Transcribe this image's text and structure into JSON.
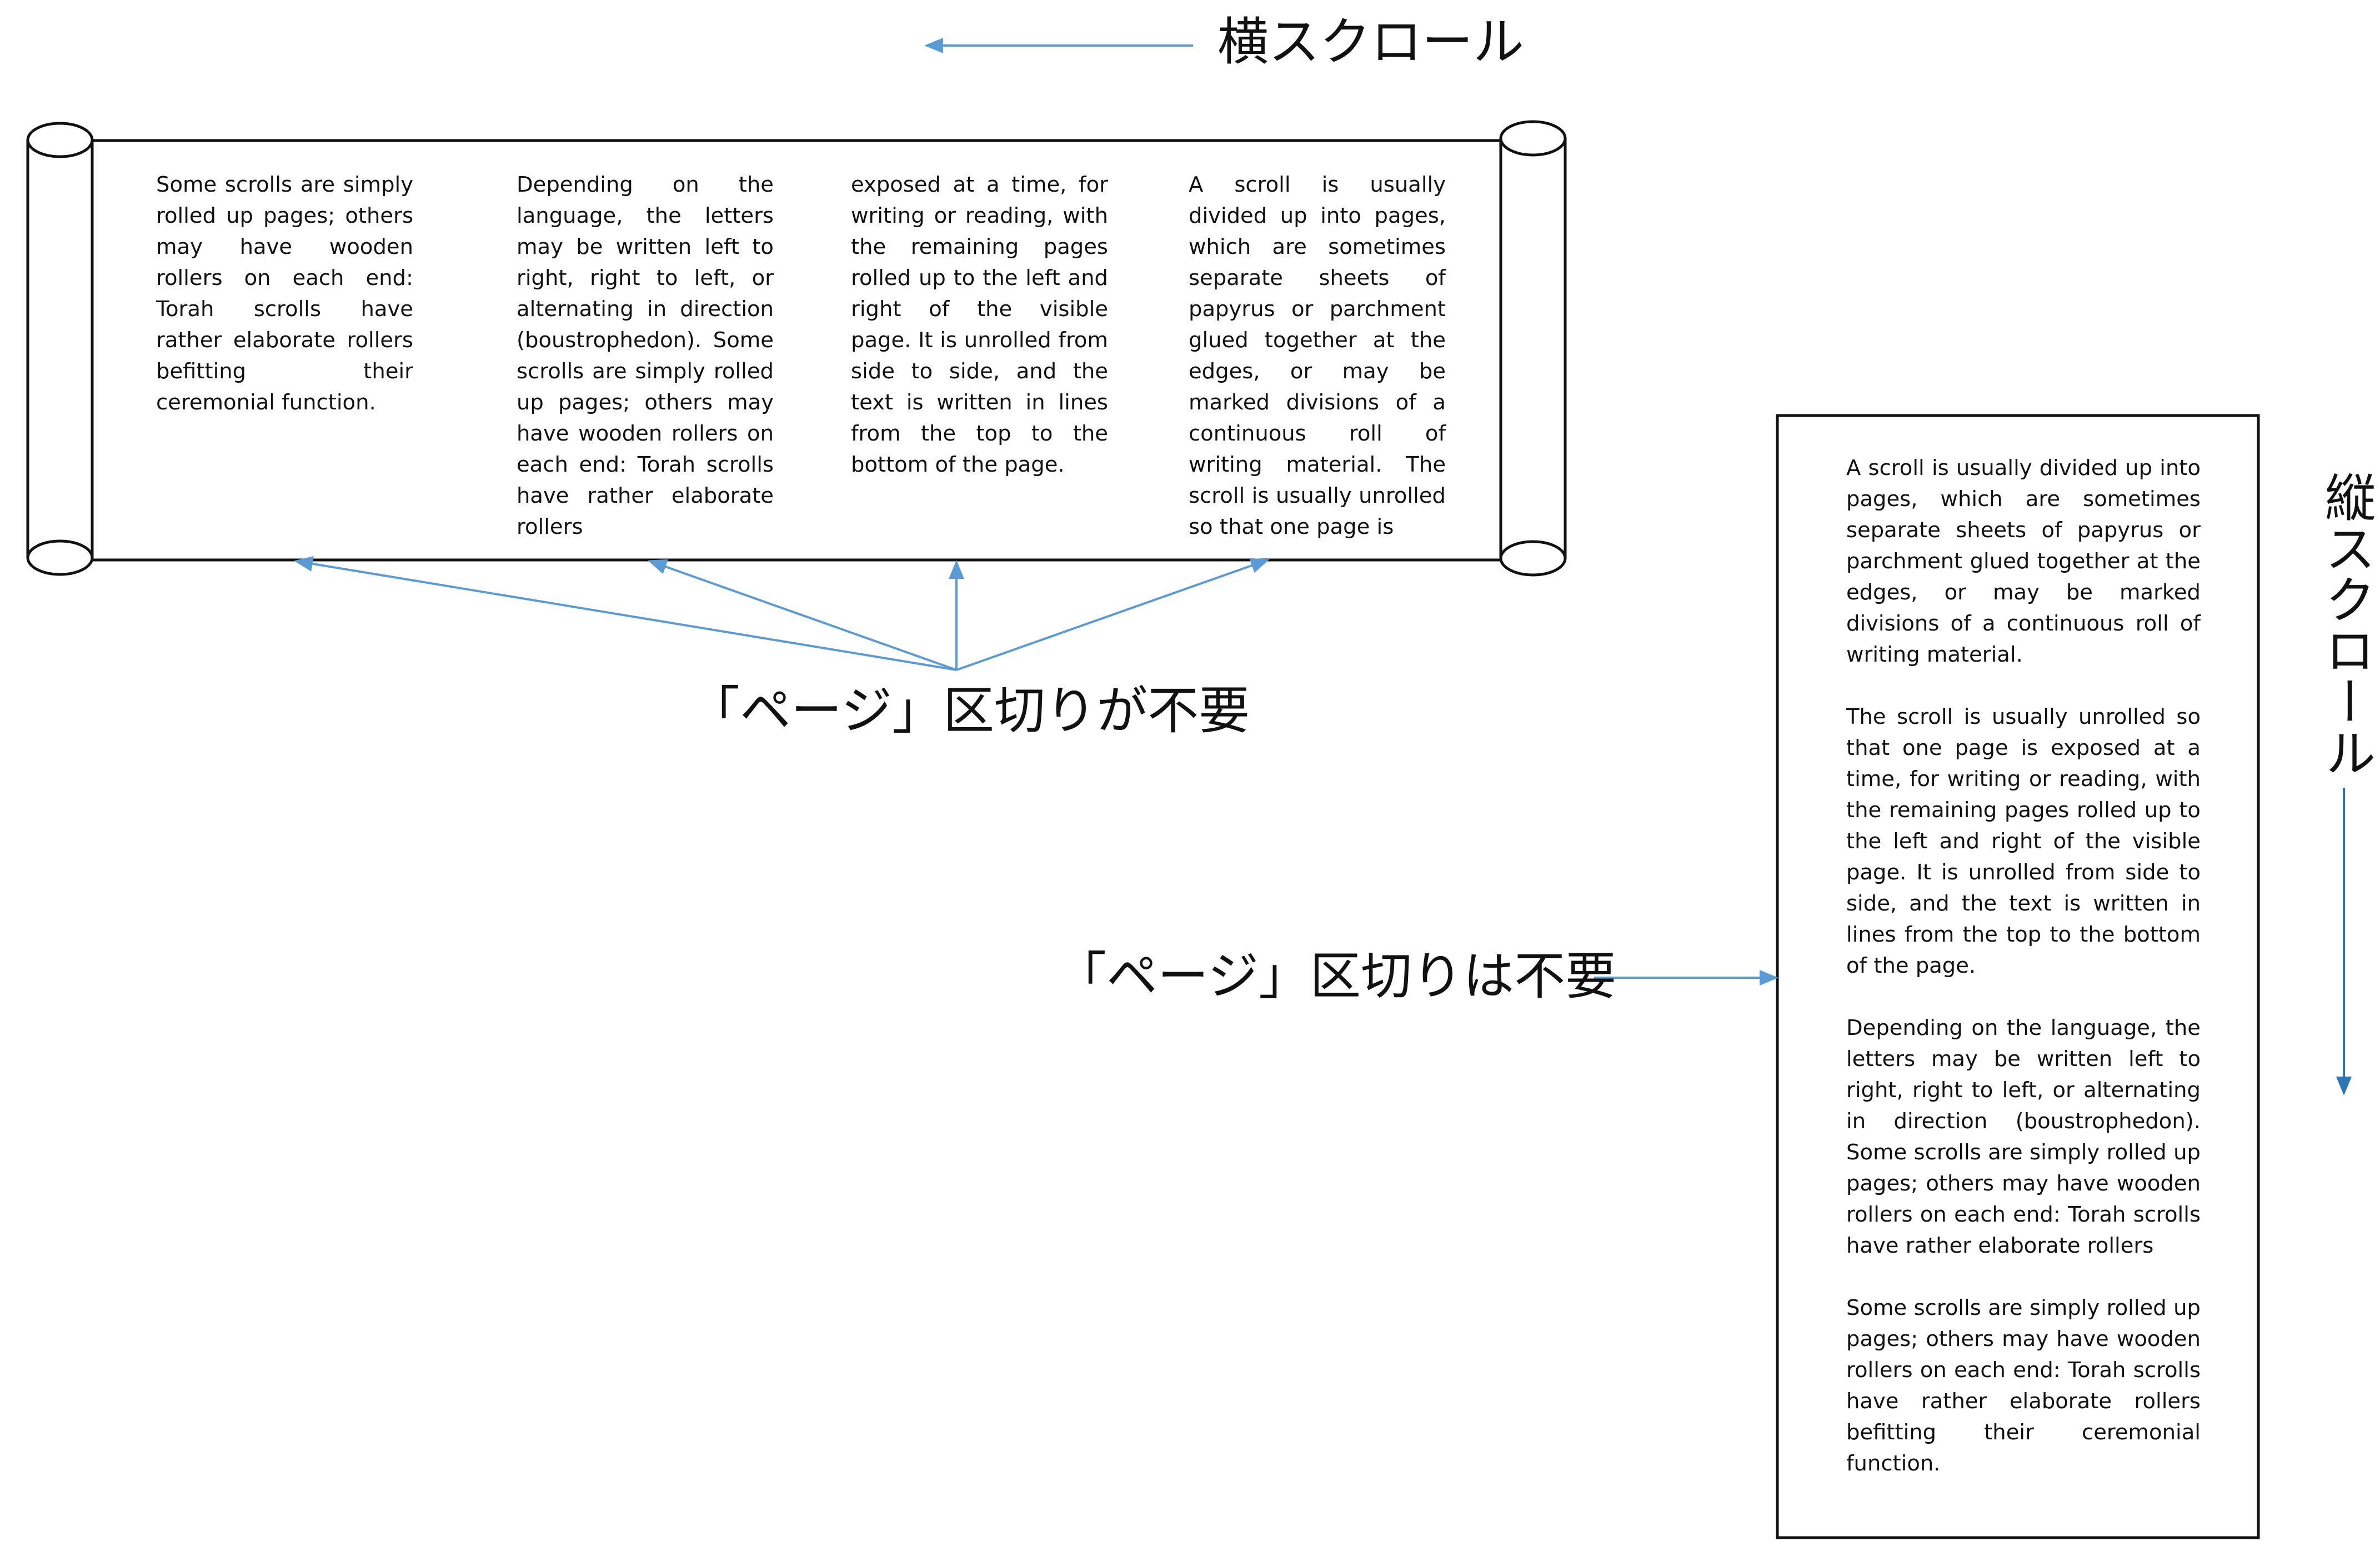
{
  "labels": {
    "horizontal_scroll": "横スクロール",
    "vertical_scroll": "縦スクロール",
    "no_page_break_ga": "「ページ」区切りが不要",
    "no_page_break_wa": "「ページ」区切りは不要"
  },
  "horizontal_columns": [
    "Some scrolls are simply rolled up pages; others may have wooden rollers on each end: Torah scrolls have rather elaborate rollers befitting their ceremonial function.",
    "Depending on the language, the letters may be written left to right, right to left, or alternating in direction (boustrophedon). Some scrolls are simply rolled up pages; others may have wooden rollers on each end: Torah scrolls have rather elaborate rollers",
    "exposed at a time, for writing or reading, with the remaining pages rolled up to the left and right of the visible page. It is unrolled from side to side, and the text is written in lines from the top to the bottom of the page.",
    "A scroll is usually divided up into pages, which are sometimes separate sheets of papyrus or parchment glued together at the edges, or may be marked divisions of a continuous roll of writing material. The scroll is usually unrolled so that one page is"
  ],
  "vertical_paragraphs": [
    "A scroll is usually divided up into pages, which are sometimes separate sheets of papyrus or parchment glued together at the edges, or may be marked divisions of a continuous roll of writing material.",
    "The scroll is usually unrolled so that one page is exposed at a time, for writing or reading, with the remaining pages rolled up to the left and right of the visible page. It is unrolled from side to side, and the text is written in lines from the top to the bottom of the page.",
    "Depending on the language, the letters may be written left to right, right to left, or alternating in direction (boustrophedon). Some scrolls are simply rolled up pages; others may have wooden rollers on each end: Torah scrolls have rather elaborate rollers",
    "Some scrolls are simply rolled up pages; others may have wooden rollers on each end: Torah scrolls have rather elaborate rollers befitting their ceremonial function."
  ],
  "colors": {
    "arrow": "#5b9bd5",
    "arrow_dark": "#2e75b6",
    "outline": "#111111"
  }
}
